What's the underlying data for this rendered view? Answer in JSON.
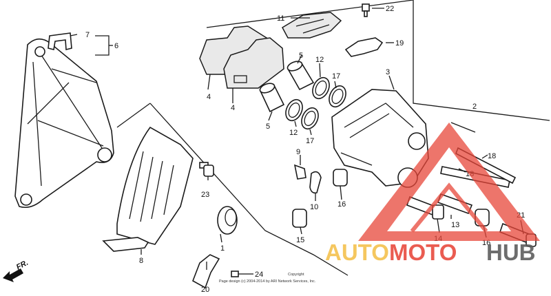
{
  "callouts": {
    "c1": "1",
    "c2": "2",
    "c3": "3",
    "c4a": "4",
    "c4b": "4",
    "c5a": "5",
    "c5b": "5",
    "c6": "6",
    "c7": "7",
    "c8": "8",
    "c9": "9",
    "c10": "10",
    "c11": "11",
    "c12a": "12",
    "c12b": "12",
    "c13": "13",
    "c14": "14",
    "c15": "15",
    "c16a": "16",
    "c16b": "16",
    "c17a": "17",
    "c17b": "17",
    "c18a": "18",
    "c18b": "18",
    "c19": "19",
    "c20": "20",
    "c21": "21",
    "c22": "22",
    "c23": "23",
    "c24": "24"
  },
  "direction_label": "FR.",
  "copyright": {
    "line1": "Copyright",
    "line2": "Page design (c) 2004-2014 by ARI Network Services, Inc."
  },
  "watermark": {
    "part1": "AUTO",
    "part2": "MOTO",
    "part3": "HUB",
    "colors": {
      "auto": "#f4c04a",
      "moto": "#e8463a",
      "hub": "#5a5a5a",
      "triangle": "#e8463a"
    }
  }
}
